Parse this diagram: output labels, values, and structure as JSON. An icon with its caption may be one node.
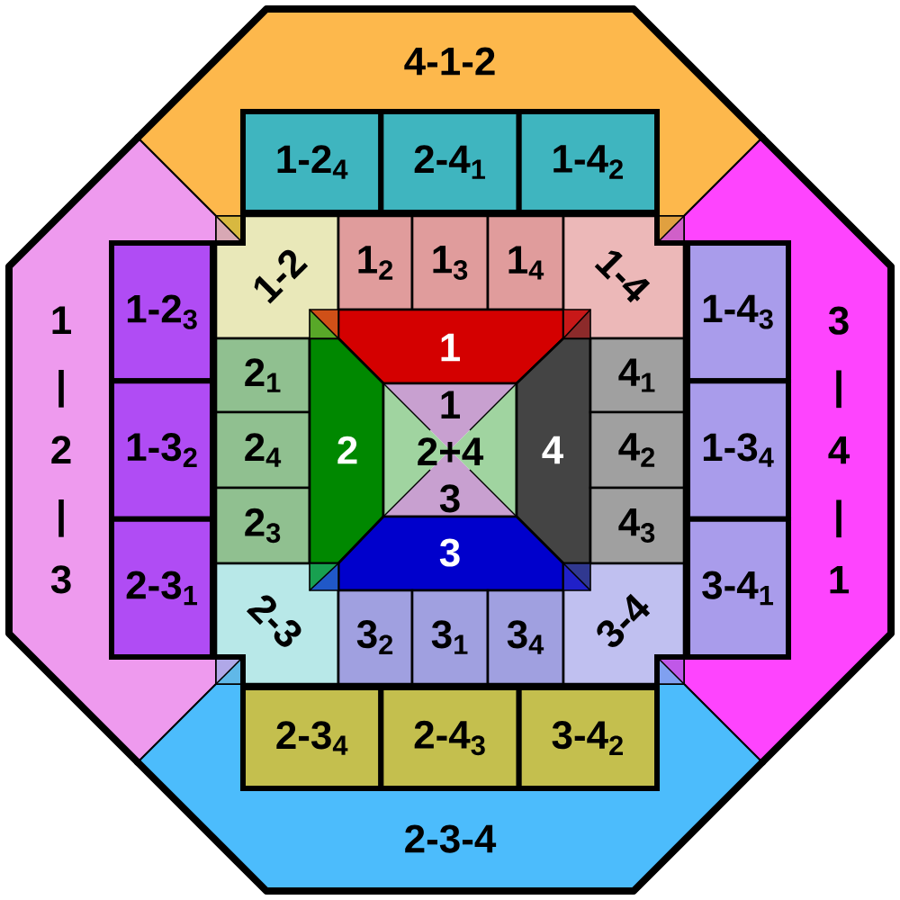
{
  "diagram": {
    "nodes": [
      {
        "text": [
          "4-1-2"
        ]
      },
      {
        "text": [
          "1-2$_{4}$"
        ],
        "in": 0
      },
      {
        "text": [
          "2-4$_{1}$"
        ],
        "in": 0
      },
      {
        "text": [
          "1-4$_{2}$"
        ],
        "in": 0
      },
      {
        "text": [
          "1 | 2 | 3"
        ]
      },
      {
        "text": [
          "1-2$_{3}$"
        ],
        "in": 4
      },
      {
        "text": [
          "1-3$_{2}$"
        ],
        "in": 4
      },
      {
        "text": [
          "2-3$_{1}$"
        ],
        "in": 4
      },
      {
        "text": [
          "3 | 4 | 1"
        ]
      },
      {
        "text": [
          "1-4$_{3}$"
        ],
        "in": 8
      },
      {
        "text": [
          "1-3$_{4}$"
        ],
        "in": 8
      },
      {
        "text": [
          "3-4$_{1}$"
        ],
        "in": 8
      },
      {
        "text": [
          "1-2"
        ]
      },
      {
        "text": [
          "1$_{2}$"
        ]
      },
      {
        "text": [
          "1$_{3}$"
        ]
      },
      {
        "text": [
          "1$_{4}$"
        ]
      },
      {
        "text": [
          "1-4"
        ]
      },
      {
        "text": [
          "1"
        ]
      },
      {
        "text": [
          "2$_{1}$"
        ]
      },
      {
        "text": [
          "2$_{4}$"
        ]
      },
      {
        "text": [
          "2$_{3}$"
        ]
      },
      {
        "text": [
          "2"
        ]
      },
      {
        "text": [
          "1",
          "2+4",
          "3"
        ]
      },
      {
        "text": [
          "4"
        ]
      },
      {
        "text": [
          "4$_{1}$"
        ]
      },
      {
        "text": [
          "4$_{2}$"
        ]
      },
      {
        "text": [
          "4$_{3}$"
        ]
      },
      {
        "text": [
          "3"
        ]
      },
      {
        "text": [
          "2-3"
        ]
      },
      {
        "text": [
          "3$_{2}$"
        ]
      },
      {
        "text": [
          "3$_{1}$"
        ]
      },
      {
        "text": [
          "3$_{4}$"
        ]
      },
      {
        "text": [
          "3-4"
        ]
      },
      {
        "text": [
          "2-3-4"
        ]
      },
      {
        "text": [
          "2-3$_{4}$"
        ],
        "in": 33
      },
      {
        "text": [
          "2-4$_{3}$"
        ],
        "in": 33
      },
      {
        "text": [
          "3-4$_{2}$"
        ],
        "in": 33
      }
    ]
  }
}
